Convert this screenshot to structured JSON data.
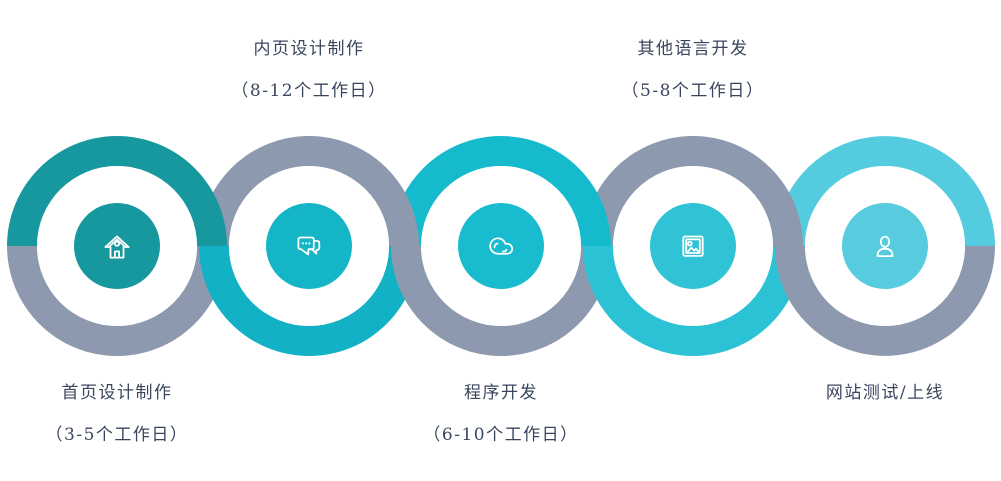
{
  "diagram": {
    "title": "website-production-process",
    "background_color": "#ffffff",
    "text_color": "#3A455E",
    "ring_white": "#ffffff",
    "icon_stroke": "#ffffff",
    "steps": [
      {
        "title": "首页设计制作",
        "duration": "（3-5个工作日）",
        "icon": "home-icon",
        "label_position": "bottom",
        "top_color": "#17989F",
        "bottom_color": "#8C99AF",
        "inner_color": "#17989F"
      },
      {
        "title": "内页设计制作",
        "duration": "（8-12个工作日）",
        "icon": "chat-bubbles-icon",
        "label_position": "top",
        "top_color": "#8C99AF",
        "bottom_color": "#12B1C5",
        "inner_color": "#15B5C8"
      },
      {
        "title": "程序开发",
        "duration": "（6-10个工作日）",
        "icon": "cloud-icon",
        "label_position": "bottom",
        "top_color": "#16BACD",
        "bottom_color": "#8C99AF",
        "inner_color": "#19BBCE"
      },
      {
        "title": "其他语言开发",
        "duration": "（5-8个工作日）",
        "icon": "photo-icon",
        "label_position": "top",
        "top_color": "#8C99AF",
        "bottom_color": "#2CC2D5",
        "inner_color": "#2FC3D5"
      },
      {
        "title": "网站测试/上线",
        "duration": "",
        "icon": "user-icon",
        "label_position": "bottom",
        "top_color": "#55CBDF",
        "bottom_color": "#8C99AF",
        "inner_color": "#57CCDF"
      }
    ]
  }
}
